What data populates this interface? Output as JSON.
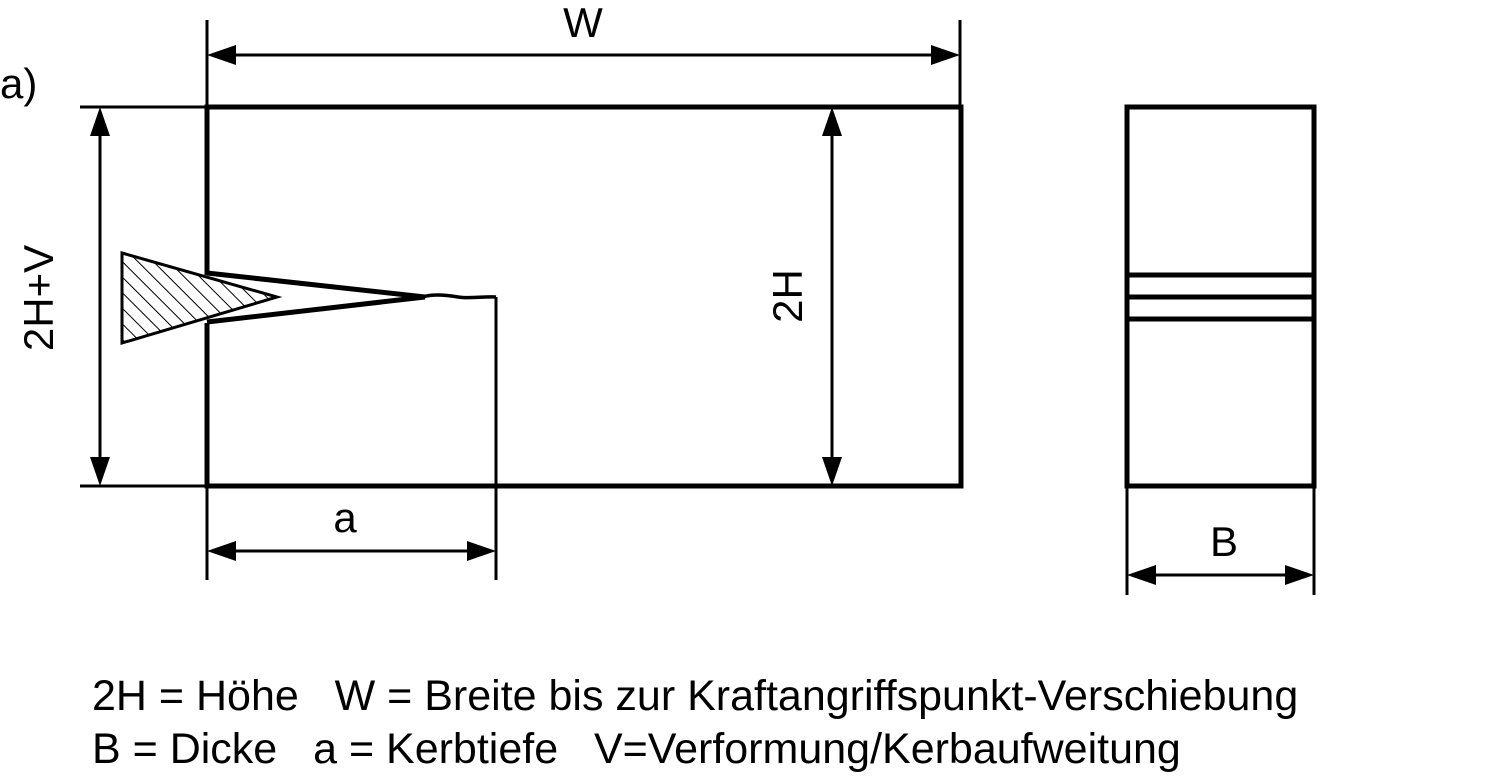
{
  "panel_label": "a)",
  "dimensions": {
    "width": "W",
    "height_total": "2H+V",
    "height": "2H",
    "notch_depth": "a",
    "thickness": "B"
  },
  "legend": {
    "line1": [
      {
        "symbol": "2H",
        "meaning": "Höhe"
      },
      {
        "symbol": "W",
        "meaning": "Breite bis zur Kraftangriffspunkt-Verschiebung"
      }
    ],
    "line2": [
      {
        "symbol": "B",
        "meaning": "Dicke"
      },
      {
        "symbol": "a",
        "meaning": "Kerbtiefe"
      },
      {
        "symbol": "V",
        "meaning": "Verformung/Kerbaufweitung",
        "compact": true
      }
    ]
  },
  "colors": {
    "stroke": "#000000",
    "background": "#ffffff"
  }
}
